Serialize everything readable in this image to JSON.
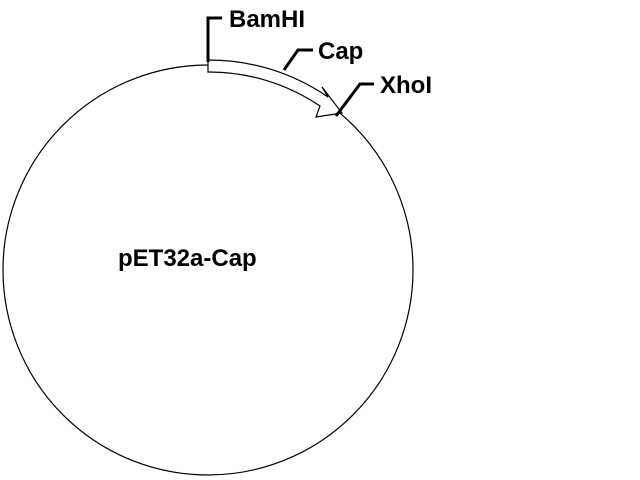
{
  "plasmid": {
    "name": "pET32a-Cap"
  },
  "features": [
    {
      "label": "Cap",
      "kind": "insert-arrow"
    }
  ],
  "sites": [
    {
      "label": "BamHI"
    },
    {
      "label": "XhoI"
    }
  ],
  "colors": {
    "line": "#000000",
    "background": "#ffffff"
  }
}
